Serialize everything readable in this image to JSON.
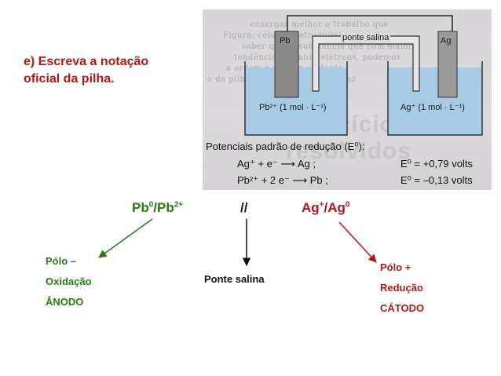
{
  "question": {
    "line1": "e) Escreva a notação",
    "line2": "oficial da pilha."
  },
  "photo": {
    "electrode_left": "Pb",
    "electrode_right": "Ag",
    "bridge_label": "ponte salina",
    "solution_left": "Pb²⁺ (1 mol · L⁻¹)",
    "solution_right": "Ag⁺ (1 mol · L⁻¹)",
    "bg_heading": "exercícios resolvidos",
    "potentials_title": "Potenciais padrão de redução (E⁰):",
    "reaction1": "Ag⁺ + e⁻ ⟶ Ag ;",
    "potential1": "E⁰ = +0,79 volts",
    "reaction2": "Pb²⁺ + 2 e⁻ ⟶ Pb ;",
    "potential2": "E⁰ = –0,13 volts"
  },
  "notation": {
    "anode_pair": {
      "a": "Pb",
      "a_sup": "0",
      "b": "/Pb",
      "b_sup": "2+"
    },
    "separator": "//",
    "cathode_pair": {
      "a": "Ag",
      "a_sup": "+",
      "b": "/Ag",
      "b_sup": "0"
    }
  },
  "anode_labels": {
    "line1": "Pólo –",
    "line2": "Oxidação",
    "line3": "ÂNODO"
  },
  "bridge_label": "Ponte salina",
  "cathode_labels": {
    "line1": "Pólo +",
    "line2": "Redução",
    "line3": "CÁTODO"
  },
  "colors": {
    "question": "#b01818",
    "anode": "#2a7a10",
    "cathode": "#b01818",
    "bridge": "#111111"
  }
}
